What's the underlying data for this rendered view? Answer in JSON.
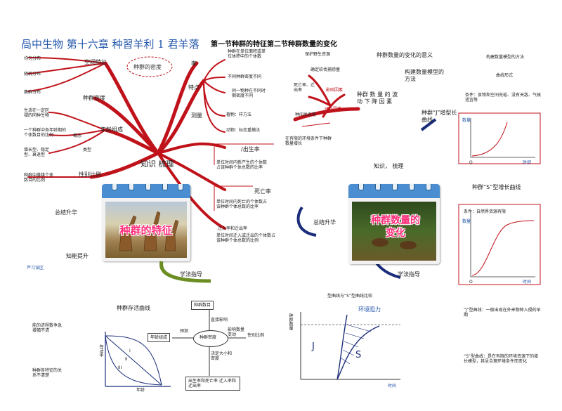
{
  "header": {
    "title_left": "咼中生物  第十六章  种習羊利 1 君羊落",
    "title_right": "第一节种群的特征第二节种群数量的变化"
  },
  "left_map": {
    "center": "知识  梳理",
    "cloud": "种群的密度",
    "nodes": {
      "spatial": "空间特征",
      "population_density": "种群密度",
      "age_structure": "年龄组成",
      "sex_ratio": "性别比例",
      "concept": "概念",
      "types": "类型",
      "features": "特点",
      "measurement": "测量",
      "birth_rate": "/出生率",
      "death_rate": "死亡率",
      "migration": "迁入率和迁出率",
      "rw": "率",
      "summary": "总结升华",
      "ability": "知能提升",
      "study_guide": "学法指导",
      "practice": "芦习误区"
    },
    "notes": {
      "n1": "均匀分布",
      "n2": "随机分布",
      "n3": "集群分布",
      "n4": "生活在一定区域的同种生物",
      "n5": "一个种群中各年龄期的个体数目的比例",
      "n6": "增长型、稳定型、衰退型",
      "n7": "种群中雌雄个体数目的比例",
      "n8": "种群在单位面积或单位体积中的个体数",
      "n9": "不同种群密度不同",
      "n10": "同一物种在不同时期密度不同",
      "n11": "植物：样方法",
      "n12": "动物：标志重捕法",
      "n13": "单位时间内新产生的个体数占该种群个体总数的比率",
      "n14": "单位时间内死亡的个体数占该种群个体总数的比率",
      "n15": "单位时间迁入或迁出的个体数占该种群个体总数的比例"
    },
    "calendar_title": "种群的特征"
  },
  "bottom_left": {
    "curve_title": "种群存活曲线",
    "note_a": "能的进程数争急增幅不请",
    "note_b": "种群各特征的关系不清楚",
    "axis_y": "存活率",
    "axis_x": "年龄",
    "curve_labels": [
      "I",
      "II",
      "III"
    ],
    "flow": {
      "top": "种群数目",
      "center": "种群密度",
      "left": "年龄组成",
      "left_label": "预测",
      "right": "影响数量变动",
      "far_right": "性别比例",
      "up_label": "直接影响",
      "down_label": "决定大小和密度",
      "bottom": "出生率和死亡率  迁入率和迁出率"
    }
  },
  "right_map": {
    "center": "知识，  梳理",
    "branch_a": "保护野生资源",
    "branch_b": "确定砍伐捕捞量",
    "reason": "影响因素",
    "fluctuation": "种群 数 量 的 波 动 下 降 因 素",
    "fluctuation_sub": "迅升因素",
    "death_label": "死亡率、迁出率",
    "dec": "种间关系等",
    "meaning": "种群数量的变化的意义",
    "model_method": "构建数量模型的方法",
    "model_title": "构建数量模型的方法",
    "curve_form": "曲线形式",
    "j_title": "种群“J”增型长曲线",
    "j_conditions": "条件：食物和空间充裕、没有天敌、气候适宜等",
    "s_title": "种群“S”型增长曲线",
    "s_conditions": "条件：自然界资源有限",
    "summary": "总结升华",
    "calendar_title": "种群数量的变化",
    "study_guide": "学法指导",
    "model_note": "在有限的环境条件下种群数量增长",
    "j_note": "“J”型曲线：一般出现在外来物种入侵的早期",
    "s_note": "“S”型曲线：是在有限的环境资源下的增长模型，其呈合理环境条件而变化",
    "compare_title": "型曲线与“S”型曲线比较",
    "env_resistance": "环境阻力",
    "axis_y": "种群数量",
    "axis_x": "时间",
    "j_letter": "J",
    "s_letter": "S",
    "small_axis_y": "数量",
    "small_axis_x": "时间",
    "small_origin": "O"
  }
}
